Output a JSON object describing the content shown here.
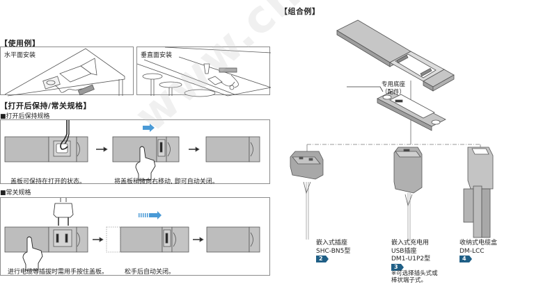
{
  "usage": {
    "title": "【使用例】",
    "horizontal_label": "水平面安装",
    "vertical_label": "垂直面安装"
  },
  "spec": {
    "title": "【打开后保持/常关规格】",
    "hold_open": {
      "title": "■打开后保持规格",
      "caption_1": "盖板可保持在打开的状态。",
      "caption_2": "将盖板稍微向右移动, 即可自动关闭。"
    },
    "normally_closed": {
      "title": "■常关规格",
      "caption_1": "进行电缆等插拔时需用手按住盖板。",
      "caption_2": "松手后自动关闭。"
    }
  },
  "combo": {
    "title": "【组合例】",
    "base_label_line1": "专用底座",
    "base_label_line2": "（配件）",
    "items": [
      {
        "line1": "嵌入式插座",
        "line2": "SHC-BN5型",
        "badge": "2"
      },
      {
        "line1": "嵌入式充电用",
        "line2": "USB插座",
        "line3": "DM1-U1P2型",
        "badge": "3",
        "note1": "※可选择插头式或",
        "note2": "棒状端子式。"
      },
      {
        "line1": "收纳式电缆盒",
        "line2": "DM-LCC",
        "badge": "4"
      }
    ]
  },
  "watermark": "www.chsy.com",
  "colors": {
    "badge": "#1f5f86",
    "arrow_blue": "#4a9ad6",
    "cover_gray": "#bdbdbd",
    "border": "#8a8a8a"
  }
}
